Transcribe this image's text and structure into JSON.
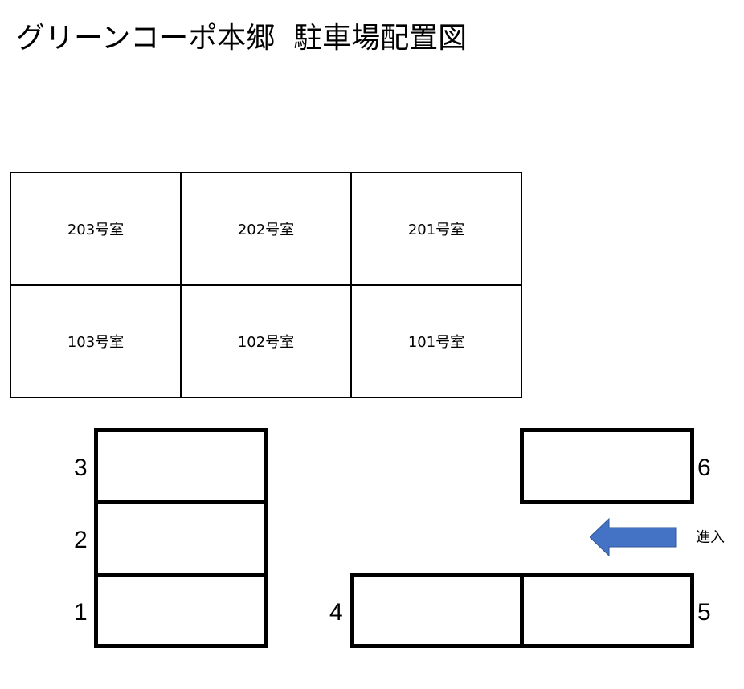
{
  "title": "グリーンコーポ本郷  駐車場配置図",
  "building": {
    "rooms": [
      {
        "label": "203号室"
      },
      {
        "label": "202号室"
      },
      {
        "label": "201号室"
      },
      {
        "label": "103号室"
      },
      {
        "label": "102号室"
      },
      {
        "label": "101号室"
      }
    ]
  },
  "parking": {
    "slots": [
      {
        "number": "1"
      },
      {
        "number": "2"
      },
      {
        "number": "3"
      },
      {
        "number": "4"
      },
      {
        "number": "5"
      },
      {
        "number": "6"
      }
    ]
  },
  "entry": {
    "label": "進入",
    "arrow_direction": "left",
    "arrow_color": "#4472c4"
  }
}
